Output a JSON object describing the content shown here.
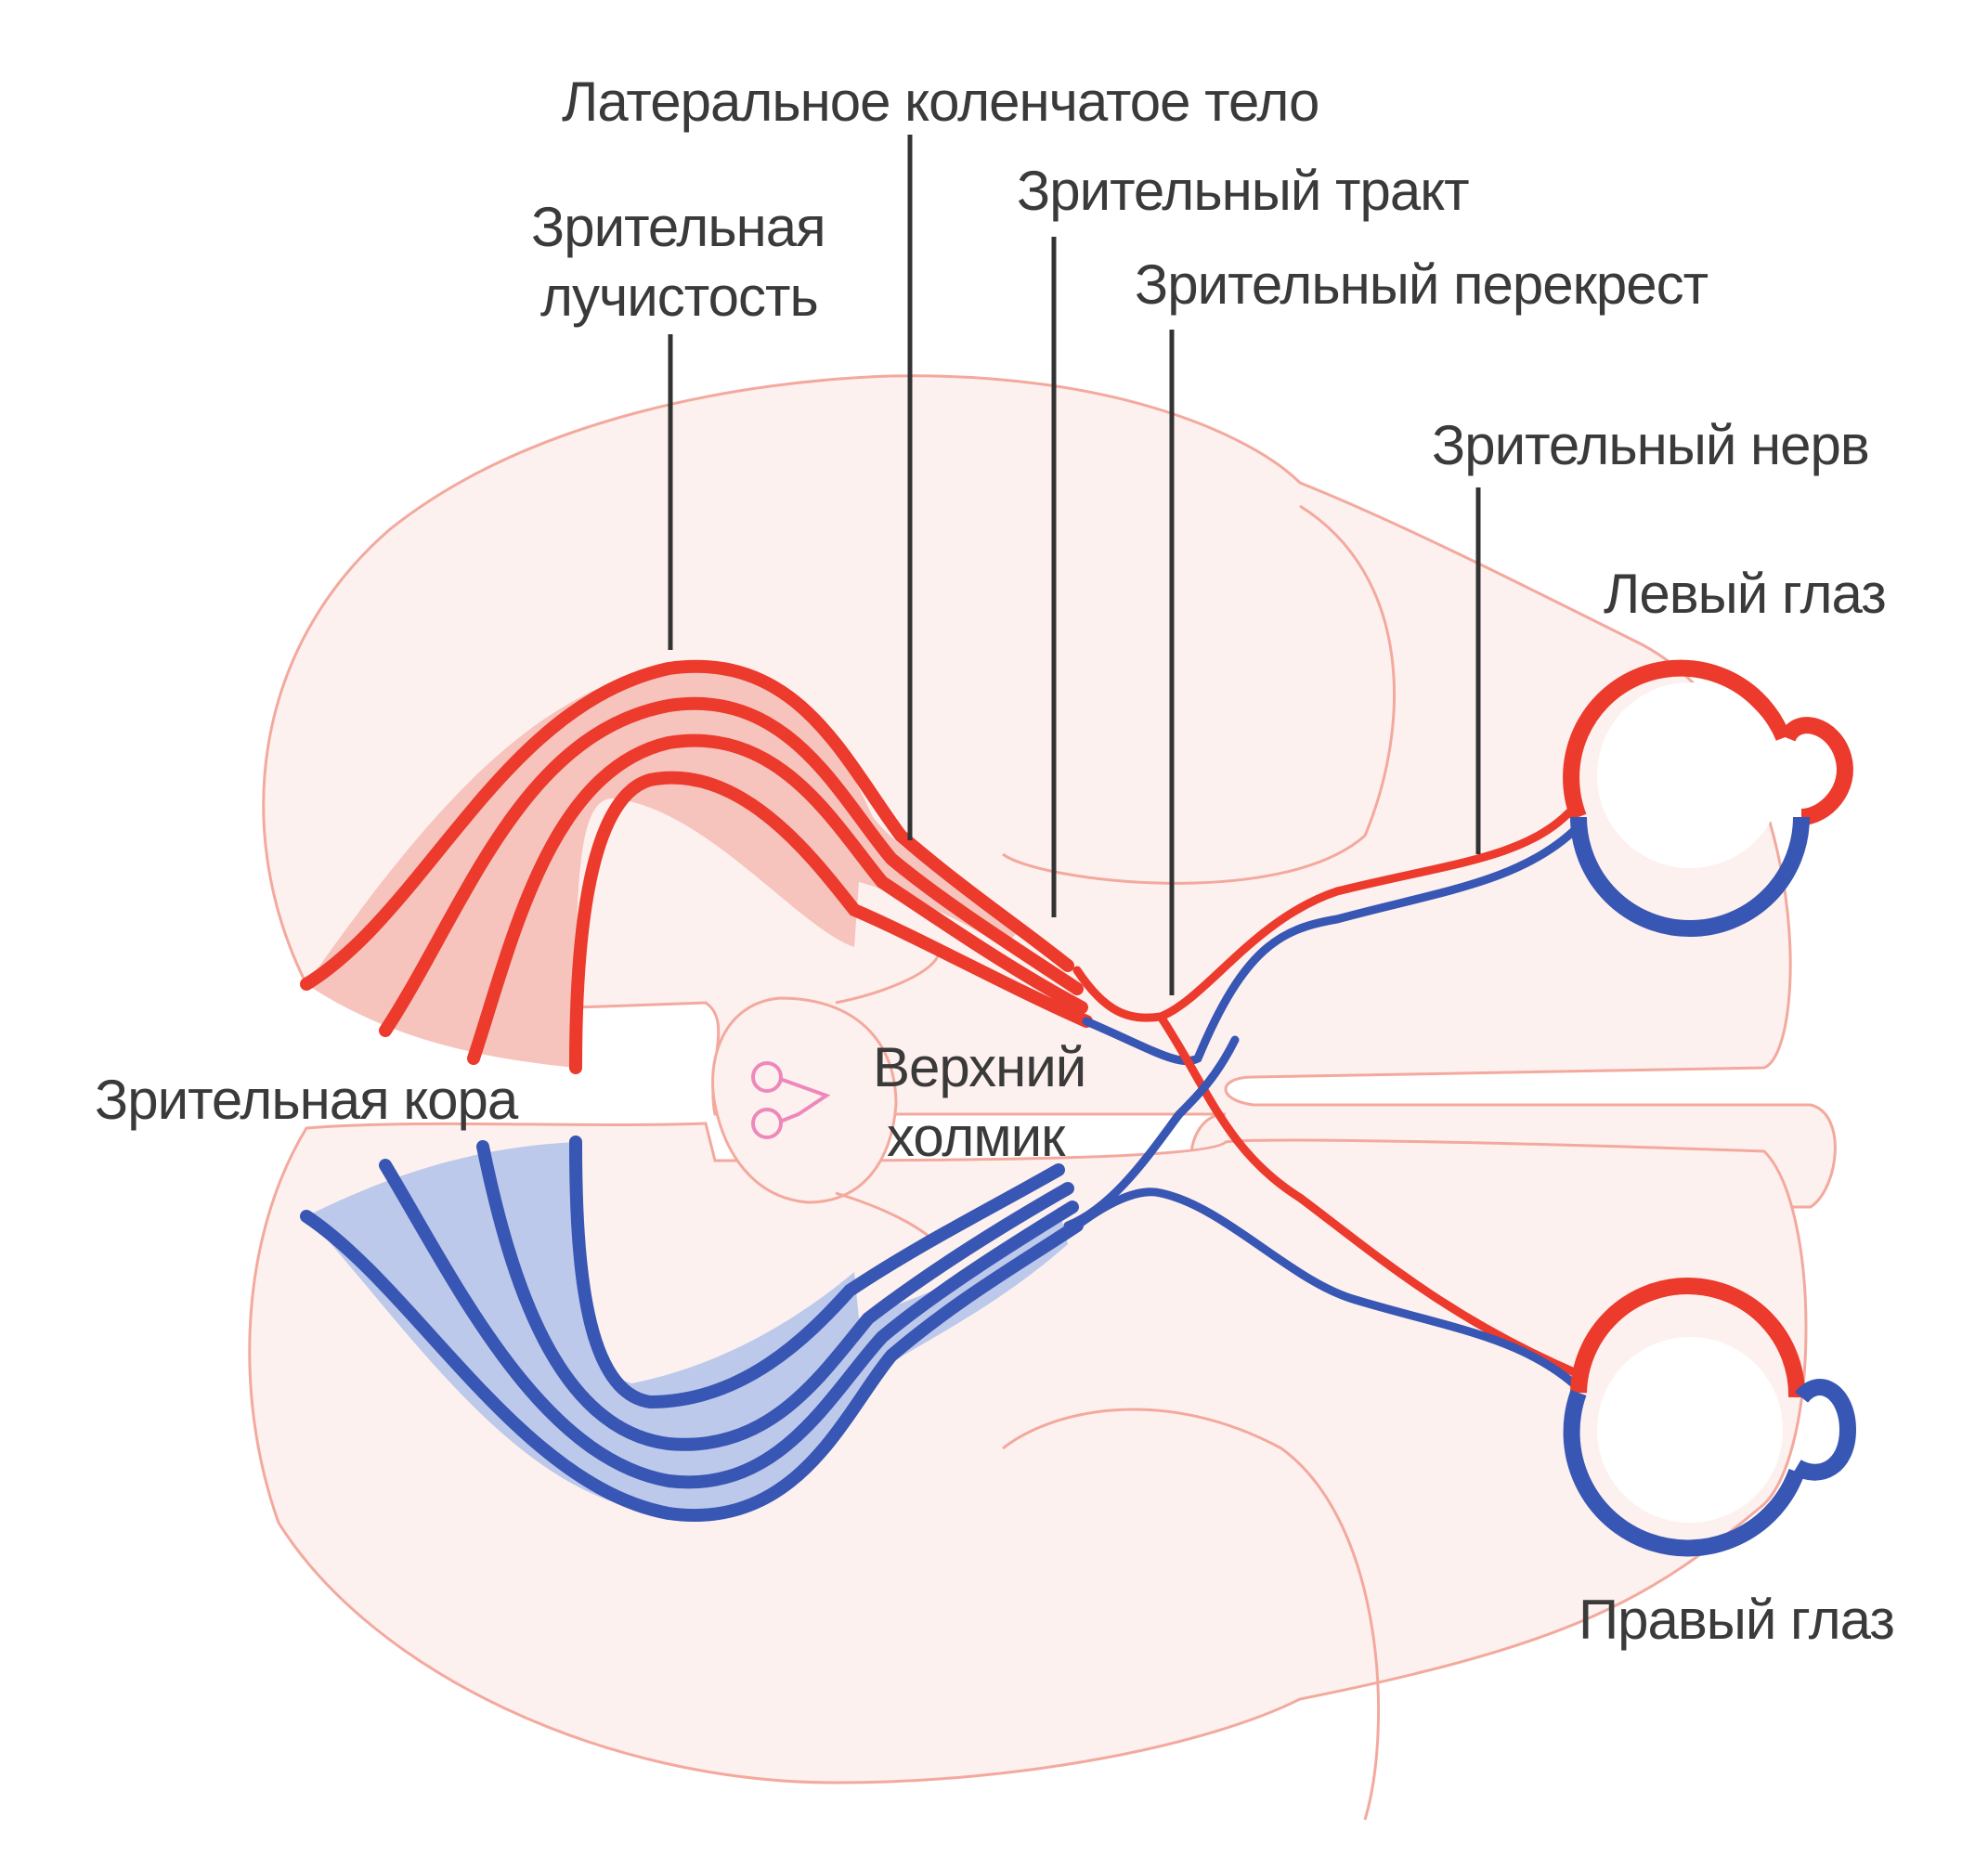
{
  "labels": {
    "lateral_geniculate_body": "Латеральное коленчатое тело",
    "optic_radiation_line1": "Зрительная",
    "optic_radiation_line2": "лучистость",
    "optic_tract": "Зрительный тракт",
    "optic_chiasm": "Зрительный перекрест",
    "optic_nerve": "Зрительный нерв",
    "left_eye": "Левый глаз",
    "right_eye": "Правый глаз",
    "visual_cortex": "Зрительная кора",
    "superior_colliculus_line1": "Верхний",
    "superior_colliculus_line2": "холмик"
  },
  "colors": {
    "left_pathway": "#ec3a2c",
    "right_pathway": "#3856b3",
    "left_fill": "#f6c4bd",
    "right_fill": "#bdc9eb",
    "brain_outline": "#f3a99d",
    "brain_fill": "#fdf1ef",
    "leader_line": "#333333"
  }
}
